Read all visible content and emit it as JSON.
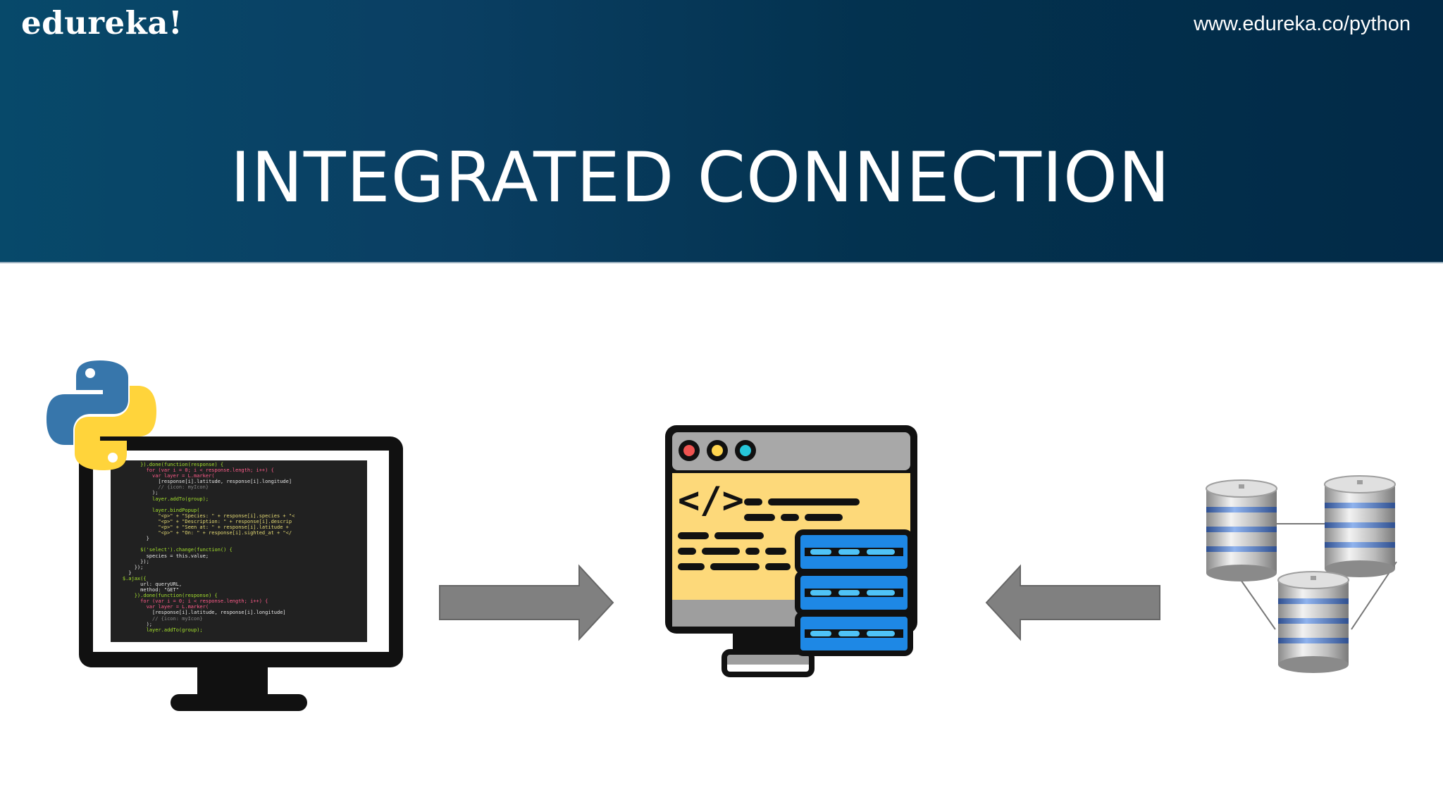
{
  "header": {
    "brand": "edureka!",
    "url": "www.edureka.co/python",
    "title": "INTEGRATED CONNECTION"
  },
  "diagram": {
    "nodes": [
      {
        "name": "python-code-monitor",
        "icon": "python-logo-icon"
      },
      {
        "name": "code-server",
        "icon": "code-window-server-icon"
      },
      {
        "name": "database-cluster",
        "icon": "database-cylinders-icon"
      }
    ],
    "edges": [
      {
        "from": "python-code-monitor",
        "to": "code-server",
        "direction": "right"
      },
      {
        "from": "database-cluster",
        "to": "code-server",
        "direction": "left"
      }
    ]
  },
  "code_lines": [
    "          }).done(function(response) {",
    "            for (var i = 0; i < response.length; i++) {",
    "              var layer = L.marker(",
    "                [response[i].latitude, response[i].longitude]",
    "                // {icon: myIcon}",
    "              );",
    "              layer.addTo(group);",
    "",
    "              layer.bindPopup(",
    "                \"<p>\" + \"Species: \" + response[i].species + \"<",
    "                \"<p>\" + \"Description: \" + response[i].descrip",
    "                \"<p>\" + \"Seen at: \" + response[i].latitude +",
    "                \"<p>\" + \"On: \" + response[i].sighted_at + \"</",
    "            }",
    "",
    "          $('select').change(function() {",
    "            species = this.value;",
    "          });",
    "        });",
    "      }",
    "    $.ajax({",
    "          url: queryURL,",
    "          method: \"GET\"",
    "        }).done(function(response) {",
    "          for (var i = 0; i < response.length; i++) {",
    "            var layer = L.marker(",
    "              [response[i].latitude, response[i].longitude]",
    "              // {icon: myIcon}",
    "            );",
    "            layer.addTo(group);"
  ],
  "colors": {
    "header_start": "#07496a",
    "header_end": "#022a47",
    "arrow": "#808080",
    "code_panel": "#fdd97a",
    "server_blue": "#1e88e5",
    "python_blue": "#3776ab",
    "python_yellow": "#ffd43b"
  }
}
